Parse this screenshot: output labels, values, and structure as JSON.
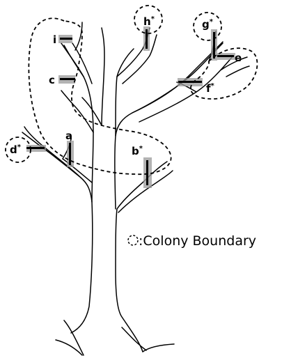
{
  "legend": {
    "text": ":Colony Boundary"
  },
  "sites": [
    {
      "label": "a",
      "marker": ""
    },
    {
      "label": "b",
      "marker": "*"
    },
    {
      "label": "c",
      "marker": ""
    },
    {
      "label": "d",
      "marker": "*"
    },
    {
      "label": "e",
      "marker": ""
    },
    {
      "label": "f",
      "marker": "*"
    },
    {
      "label": "g",
      "marker": "*"
    },
    {
      "label": "h",
      "marker": "*"
    },
    {
      "label": "i",
      "marker": ""
    }
  ]
}
